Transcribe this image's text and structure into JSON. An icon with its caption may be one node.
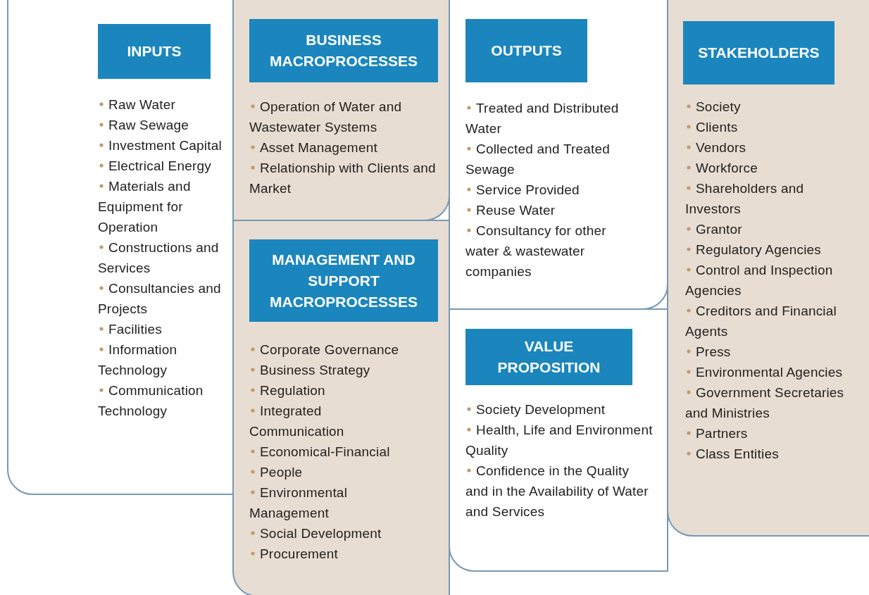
{
  "diagram": {
    "nodes": [
      {
        "text": [
          "INPUTS",
          "Raw Water",
          "Raw Sewage",
          "Investment Capital",
          "Electrical Energy",
          "Materials and Equipment for Operation",
          "Constructions and Services",
          "Consultancies and Projects",
          "Facilities",
          "Information Technology",
          "Communication Technology"
        ]
      },
      {
        "text": [
          "BUSINESS MACROPROCESSES",
          "Operation of Water and Wastewater Systems",
          "Asset Management",
          "Relationship with Clients and Market"
        ]
      },
      {
        "text": [
          "MANAGEMENT AND SUPPORT MACROPROCESSES",
          "Corporate Governance",
          "Business Strategy",
          "Regulation",
          "Integrated Communication",
          "Economical-Financial",
          "People",
          "Environmental Management",
          "Social Development",
          "Procurement"
        ]
      },
      {
        "text": [
          "OUTPUTS",
          "Treated and Distributed Water",
          "Collected and Treated Sewage",
          "Service Provided",
          "Reuse Water",
          "Consultancy for other water & wastewater companies"
        ]
      },
      {
        "text": [
          "VALUE PROPOSITION",
          "Society Development",
          "Health, Life and Environment Quality",
          "Confidence in the Quality and in the Availability of Water and Services"
        ]
      },
      {
        "text": [
          "STAKEHOLDERS",
          "Society",
          "Clients",
          "Vendors",
          "Workforce",
          "Shareholders and Investors",
          "Grantor",
          "Regulatory Agencies",
          "Control and Inspection Agencies",
          "Creditors and Financial Agents",
          "Press",
          "Environmental Agencies",
          "Government Secretaries and Ministries",
          "Partners",
          "Class Entities"
        ]
      }
    ],
    "edges": []
  }
}
